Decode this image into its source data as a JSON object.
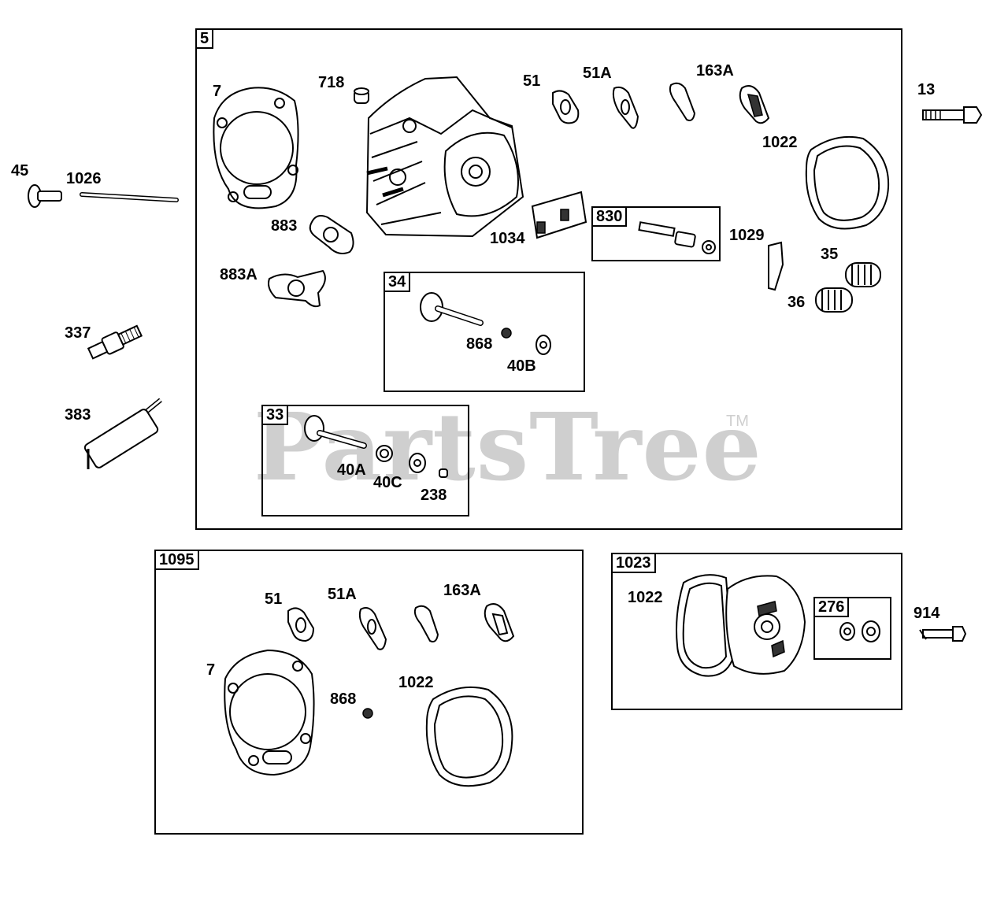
{
  "watermark": {
    "text": "PartsTree",
    "tm": "TM"
  },
  "boxes": {
    "b5": "5",
    "b830": "830",
    "b34": "34",
    "b33": "33",
    "b1095": "1095",
    "b1023": "1023",
    "b276": "276"
  },
  "callouts": {
    "c45": "45",
    "c1026": "1026",
    "c337": "337",
    "c383": "383",
    "c7": "7",
    "c718": "718",
    "c883": "883",
    "c883a": "883A",
    "c1034": "1034",
    "c51": "51",
    "c51a": "51A",
    "c163a": "163A",
    "c1022": "1022",
    "c13": "13",
    "c1029": "1029",
    "c35": "35",
    "c36": "36",
    "c868": "868",
    "c40b": "40B",
    "c40a": "40A",
    "c40c": "40C",
    "c238": "238",
    "k51": "51",
    "k51a": "51A",
    "k163a": "163A",
    "k7": "7",
    "k868": "868",
    "k1022": "1022",
    "d1022": "1022",
    "c914": "914"
  }
}
